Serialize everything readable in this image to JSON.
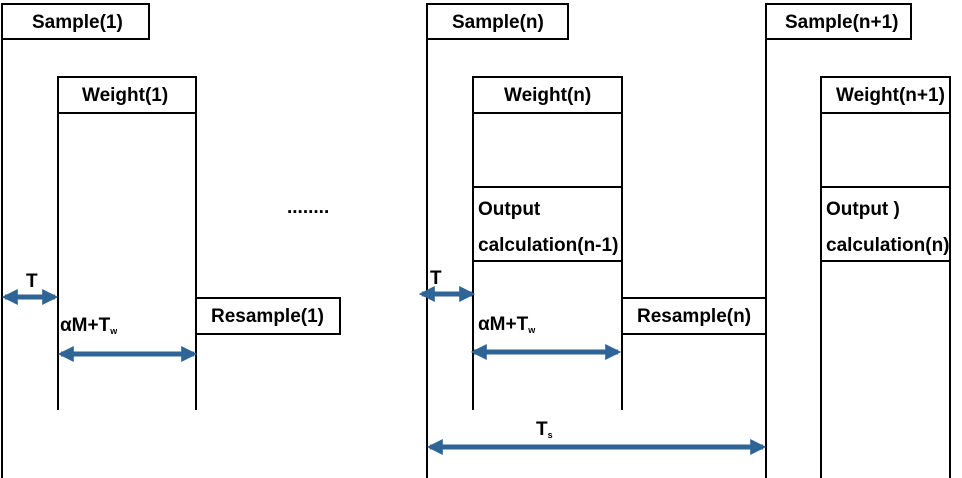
{
  "colors": {
    "line": "#000000",
    "arrow": "#2e6496",
    "background": "#ffffff"
  },
  "labels": {
    "sample_1": "Sample(1)",
    "sample_n": "Sample(n)",
    "sample_n1": "Sample(n+1)",
    "weight_1": "Weight(1)",
    "weight_n": "Weight(n)",
    "weight_n1": "Weight(n+1)",
    "output_n_line1": "Output",
    "output_n_line2": "calculation(n-1)",
    "output_n1_line1": "Output )",
    "output_n1_line2": "calculation(n)",
    "resample_1": "Resample(1)",
    "resample_n": "Resample(n)",
    "ellipsis": "........",
    "t_1": "T",
    "t_n": "T",
    "alpha_1": "αM+T",
    "alpha_1_sub": "w",
    "alpha_n": "αM+T",
    "alpha_n_sub": "w",
    "ts": "T",
    "ts_sub": "s"
  }
}
